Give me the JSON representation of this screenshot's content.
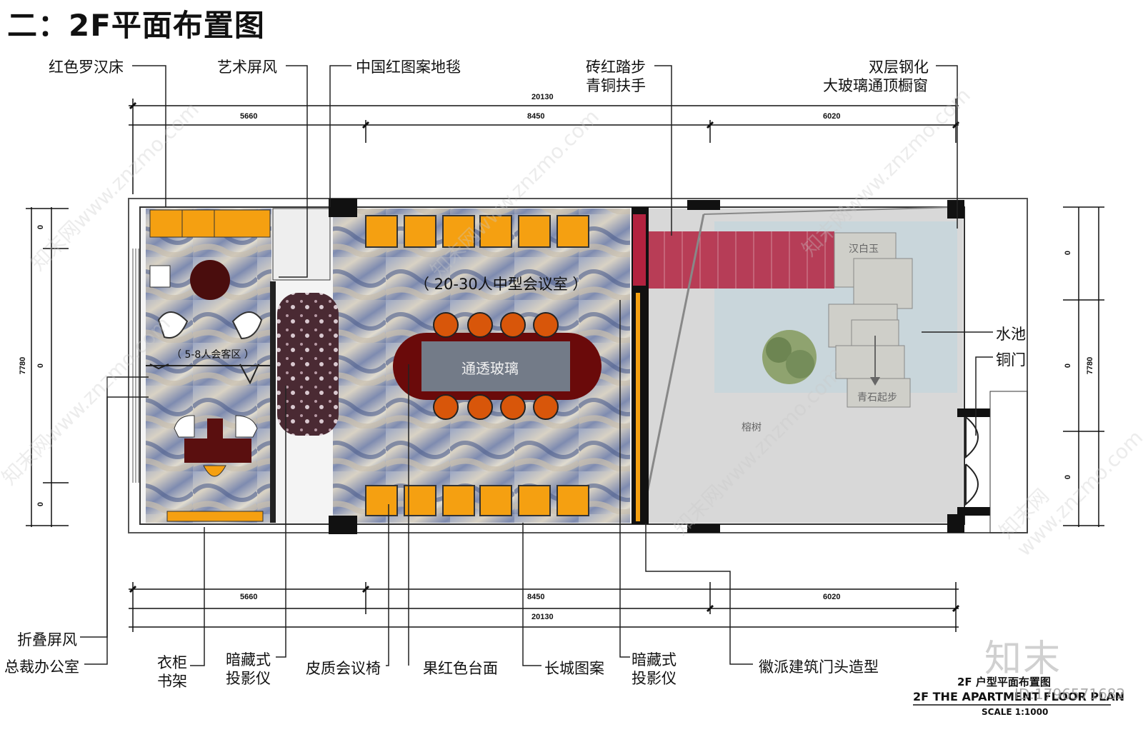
{
  "title": "二：2F平面布置图",
  "labels": {
    "red_luohan_bed": "红色罗汉床",
    "art_screen": "艺术屏风",
    "chinese_red_carpet": "中国红图案地毯",
    "brick_steps": "砖红踏步",
    "bronze_handrail": "青铜扶手",
    "double_glass_1": "双层钢化",
    "double_glass_2": "大玻璃通顶橱窗",
    "pool": "水池",
    "bronze_door": "铜门",
    "folding_screen": "折叠屏风",
    "ceo_office": "总裁办公室",
    "wardrobe_1": "衣柜",
    "wardrobe_2": "书架",
    "projector_left_1": "暗藏式",
    "projector_left_2": "投影仪",
    "leather_chair": "皮质会议椅",
    "fruit_red_table": "果红色台面",
    "great_wall": "长城图案",
    "projector_right_1": "暗藏式",
    "projector_right_2": "投影仪",
    "huipai_gate": "徽派建筑门头造型"
  },
  "rooms": {
    "meeting_room": "（ 20-30人中型会议室 ）",
    "reception": "（ 5-8人会客区 ）",
    "glass": "通透玻璃",
    "han_jade": "汉白玉",
    "stone_steps": "青石起步",
    "banyan": "榕树"
  },
  "dimensions": {
    "top_total": "20130",
    "top_seg1": "5660",
    "top_seg2": "8450",
    "top_seg3": "6020",
    "bottom_seg1": "5660",
    "bottom_seg2": "8450",
    "bottom_seg3": "6020",
    "bottom_total": "20130",
    "left_a": "0",
    "left_b": "0",
    "left_c": "0",
    "left_total": "7780",
    "right_a": "0",
    "right_b": "0",
    "right_c": "0",
    "right_total": "7780"
  },
  "footer": {
    "cn": "2F 户型平面布置图",
    "en": "2F THE APARTMENT FLOOR PLAN",
    "scale": "SCALE 1:1000",
    "id": "ID:1796571682",
    "logo": "知末"
  },
  "watermark": "知末网www.znzmo.com",
  "colors": {
    "orange": "#f5a011",
    "maroon": "#5a0f0f",
    "brick": "#b3223f",
    "carpet_blue": "#8d9ab8",
    "pool": "#c8d6dc",
    "floor_grey": "#d8d8d8"
  }
}
